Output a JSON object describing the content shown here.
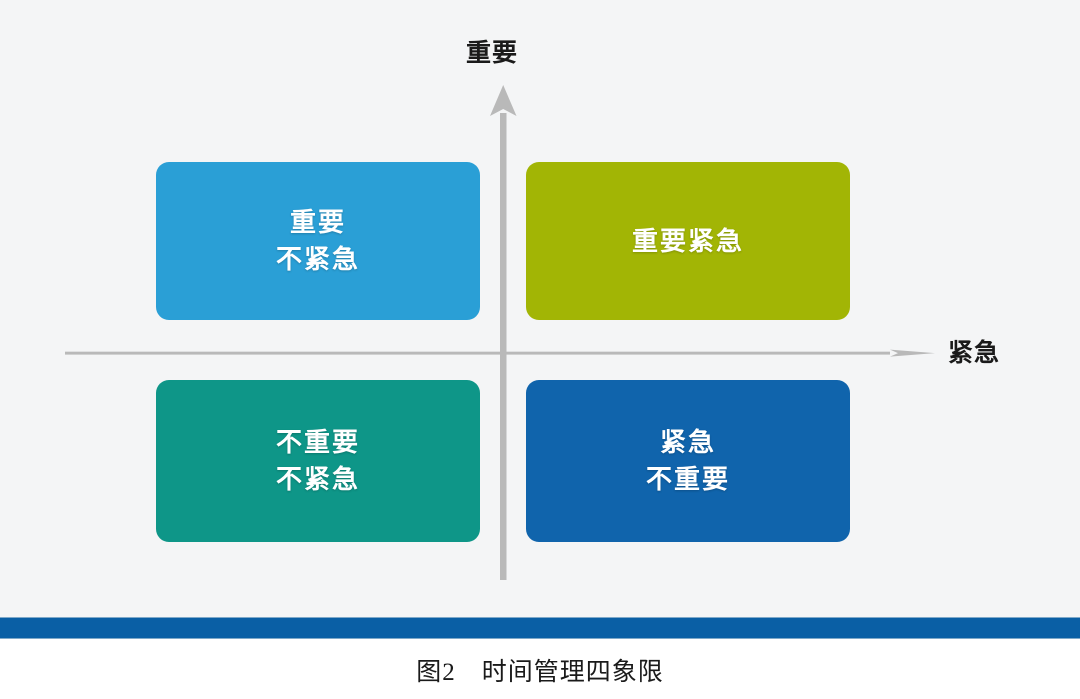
{
  "figure": {
    "caption": "图2　时间管理四象限",
    "background_color": "#f4f5f6",
    "page_color": "#ffffff"
  },
  "axes": {
    "vertical": {
      "label": "重要",
      "icon": "arrow-up-icon",
      "color": "#b3b3b3",
      "direction": "up"
    },
    "horizontal": {
      "label": "紧急",
      "icon": "arrow-right-icon",
      "color": "#b3b3b3",
      "direction": "right"
    }
  },
  "quadrants": [
    {
      "id": "important-not-urgent",
      "position": "top-left",
      "lines": [
        "重要",
        "不紧急"
      ],
      "color": "#2a9fd6",
      "shadow_color": "#1c7fae"
    },
    {
      "id": "important-urgent",
      "position": "top-right",
      "lines": [
        "重要紧急"
      ],
      "color": "#a2b505",
      "shadow_color": "#7f8e04"
    },
    {
      "id": "not-important-not-urgent",
      "position": "bottom-left",
      "lines": [
        "不重要",
        "不紧急"
      ],
      "color": "#0e9688",
      "shadow_color": "#0a776c"
    },
    {
      "id": "urgent-not-important",
      "position": "bottom-right",
      "lines": [
        "紧急",
        "不重要"
      ],
      "color": "#1064ac",
      "shadow_color": "#0c4e87"
    }
  ],
  "footer": {
    "rule_color": "#0a5fa5"
  }
}
